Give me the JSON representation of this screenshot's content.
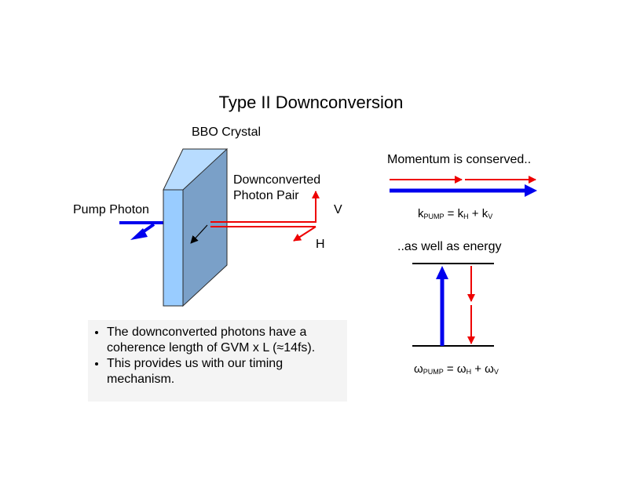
{
  "title": "Type II Downconversion",
  "crystal_label": "BBO Crystal",
  "pair_label_line1": "Downconverted",
  "pair_label_line2": "Photon Pair",
  "pump_label": "Pump Photon",
  "v_label": "V",
  "h_label": "H",
  "momentum_text": "Momentum is conserved..",
  "energy_text": "..as well as energy",
  "k_equation": {
    "k1": "k",
    "k1_sub": "PUMP",
    "eq": " = ",
    "k2": "k",
    "k2_sub": "H",
    "plus": " + ",
    "k3": "k",
    "k3_sub": "V"
  },
  "w_equation": {
    "w1": "ω",
    "w1_sub": "PUMP",
    "eq": " = ",
    "w2": "ω",
    "w2_sub": "H",
    "plus": " + ",
    "w3": "ω",
    "w3_sub": "V"
  },
  "bullets": [
    "The downconverted photons have a coherence length of GVM x L (≈14fs).",
    "This provides us with our timing mechanism."
  ],
  "colors": {
    "pump_blue": "#0000ee",
    "photon_red": "#ee0000",
    "crystal_front": "#99ccff",
    "crystal_side": "#7aa0c8",
    "crystal_top": "#b8dcff"
  }
}
